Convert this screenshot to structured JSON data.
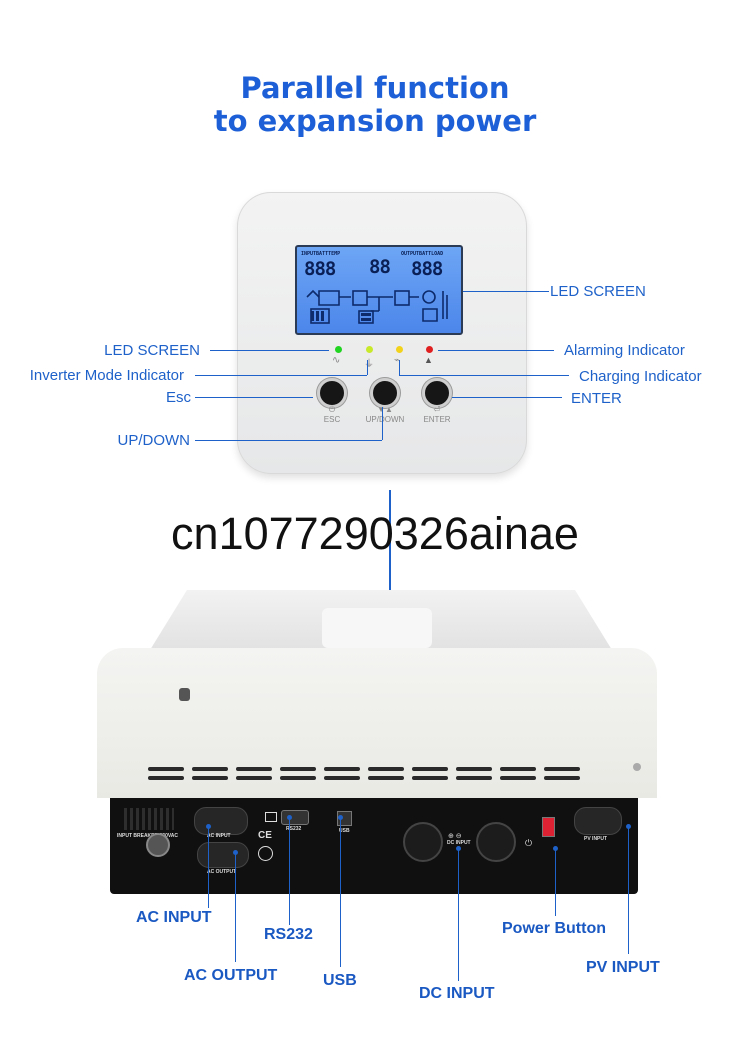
{
  "title": {
    "line1": "Parallel function",
    "line2": "to expansion power"
  },
  "panel_labels": {
    "led_screen_right": "LED SCREEN",
    "led_screen_left": "LED SCREEN",
    "inverter_mode": "Inverter Mode Indicator",
    "esc": "Esc",
    "up_down": "UP/DOWN",
    "alarming": "Alarming Indicator",
    "charging": "Charging Indicator",
    "enter": "ENTER"
  },
  "button_captions": {
    "esc": "ESC",
    "updown": "UP/DOWN",
    "enter": "ENTER"
  },
  "lcd": {
    "left_header": "INPUTBATTTEMP",
    "right_header": "OUTPUTBATTLOAD",
    "left_digits": "888",
    "mid_digits": "88",
    "right_digits": "888"
  },
  "watermark": "cn1077290326ainae",
  "device_labels": {
    "ac_input": "AC INPUT",
    "ac_output": "AC OUTPUT",
    "rs232": "RS232",
    "usb": "USB",
    "dc_input": "DC INPUT",
    "power_button": "Power Button",
    "pv_input": "PV INPUT"
  },
  "rear_panel_text": {
    "breaker": "INPUT BREAKER 230VAC",
    "ac_input": "AC INPUT",
    "ac_output": "AC OUTPUT",
    "rs232": "RS232",
    "usb": "USB",
    "dc_input": "DC INPUT",
    "pv_input": "PV INPUT",
    "ce": "CE"
  },
  "colors": {
    "accent": "#1e61c9",
    "title": "#1c5fd6",
    "led_green": "#22d422",
    "led_yellow_green": "#c8e82a",
    "led_yellow": "#f2d21a",
    "led_red": "#e02020"
  }
}
